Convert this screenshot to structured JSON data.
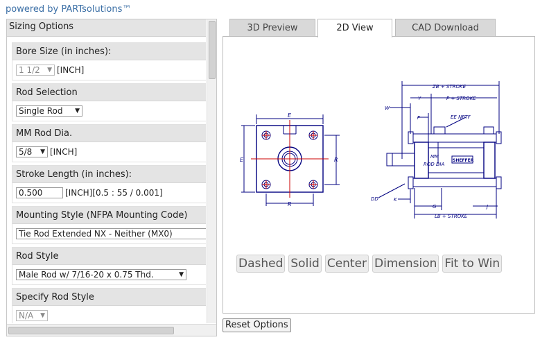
{
  "powered_by": "powered by PARTsolutions™",
  "sidebar": {
    "header": "Sizing Options",
    "bore": {
      "label": "Bore Size (in inches):",
      "value": "1 1/2",
      "unit": "[INCH]"
    },
    "rod_selection": {
      "label": "Rod Selection",
      "value": "Single Rod"
    },
    "mm_rod": {
      "label": "MM Rod Dia.",
      "value": "5/8",
      "unit": "[INCH]"
    },
    "stroke": {
      "label": "Stroke Length (in inches):",
      "value": "0.500",
      "unit": "[INCH][0.5 : 55 / 0.001]"
    },
    "mounting": {
      "label": "Mounting Style (NFPA Mounting Code)",
      "value": "Tie Rod Extended NX - Neither (MX0)"
    },
    "rod_style": {
      "label": "Rod Style",
      "value": "Male Rod w/ 7/16-20 x 0.75 Thd."
    },
    "specify_rod": {
      "label": "Specify Rod Style",
      "value": "N/A"
    }
  },
  "tabs": [
    {
      "label": "3D Preview",
      "active": false
    },
    {
      "label": "2D View",
      "active": true
    },
    {
      "label": "CAD Download",
      "active": false
    }
  ],
  "drawing": {
    "front": {
      "E_top": "E",
      "E_left": "E",
      "R_right": "R",
      "R_bottom": "R"
    },
    "side": {
      "zb": "ZB + STROKE",
      "y": "Y",
      "p": "P + STROKE",
      "w": "W",
      "f": "F",
      "ee": "EE NPTF",
      "mm1": "MM",
      "mm2": "ROD DIA",
      "brand": "SHEFFER",
      "dd": "DD",
      "k": "K",
      "g": "G",
      "j": "J",
      "lb": "LB + STROKE"
    }
  },
  "view_buttons": [
    "Dashed",
    "Solid",
    "Center",
    "Dimension",
    "Fit to Win"
  ],
  "reset_label": "Reset Options",
  "colors": {
    "tab_active": "#ffffff",
    "tab_inactive": "#d9d9d9",
    "link": "#3a6ea5",
    "drawing": "#000080",
    "centerline": "#cc0000"
  }
}
